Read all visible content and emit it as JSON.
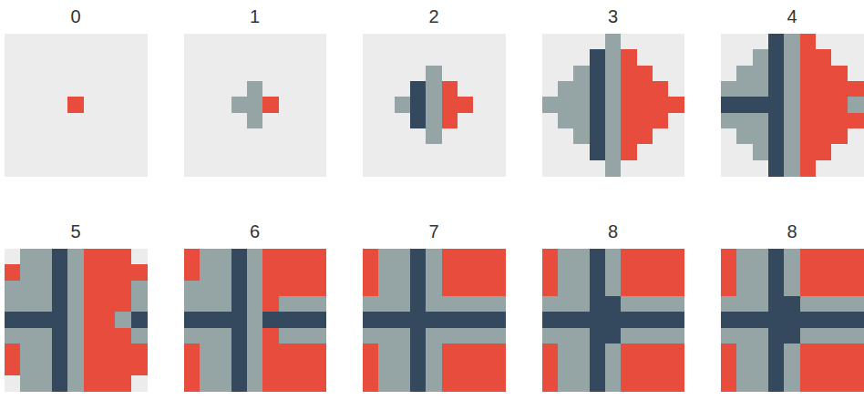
{
  "diagram": {
    "labels": [
      "0",
      "1",
      "2",
      "3",
      "4",
      "5",
      "6",
      "7",
      "8",
      "8"
    ]
  }
}
